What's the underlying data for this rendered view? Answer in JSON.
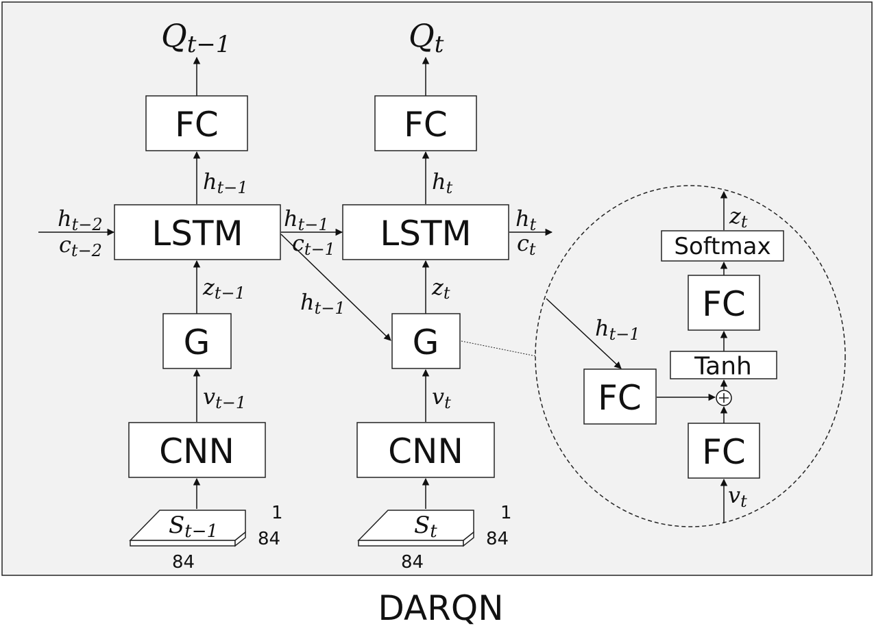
{
  "caption": "DARQN",
  "blocks": {
    "fc": "FC",
    "lstm": "LSTM",
    "g": "G",
    "cnn": "CNN",
    "softmax": "Softmax",
    "tanh": "Tanh",
    "plus": "+"
  },
  "outputs": {
    "q_prev": {
      "base": "Q",
      "sub": "t−1"
    },
    "q_curr": {
      "base": "Q",
      "sub": "t"
    }
  },
  "hidden": {
    "h_prev": {
      "base": "h",
      "sub": "t−1"
    },
    "h_curr": {
      "base": "h",
      "sub": "t"
    },
    "h_prev2": {
      "base": "h",
      "sub": "t−2"
    },
    "c_prev": {
      "base": "c",
      "sub": "t−1"
    },
    "c_prev2": {
      "base": "c",
      "sub": "t−2"
    },
    "c_curr": {
      "base": "c",
      "sub": "t"
    }
  },
  "context": {
    "z_prev": {
      "base": "z",
      "sub": "t−1"
    },
    "z_curr": {
      "base": "z",
      "sub": "t"
    }
  },
  "features": {
    "v_prev": {
      "base": "v",
      "sub": "t−1"
    },
    "v_curr": {
      "base": "v",
      "sub": "t"
    }
  },
  "states": {
    "s_prev": {
      "base": "S",
      "sub": "t−1"
    },
    "s_curr": {
      "base": "S",
      "sub": "t"
    }
  },
  "dims": {
    "depth": "1",
    "height": "84",
    "width": "84"
  }
}
